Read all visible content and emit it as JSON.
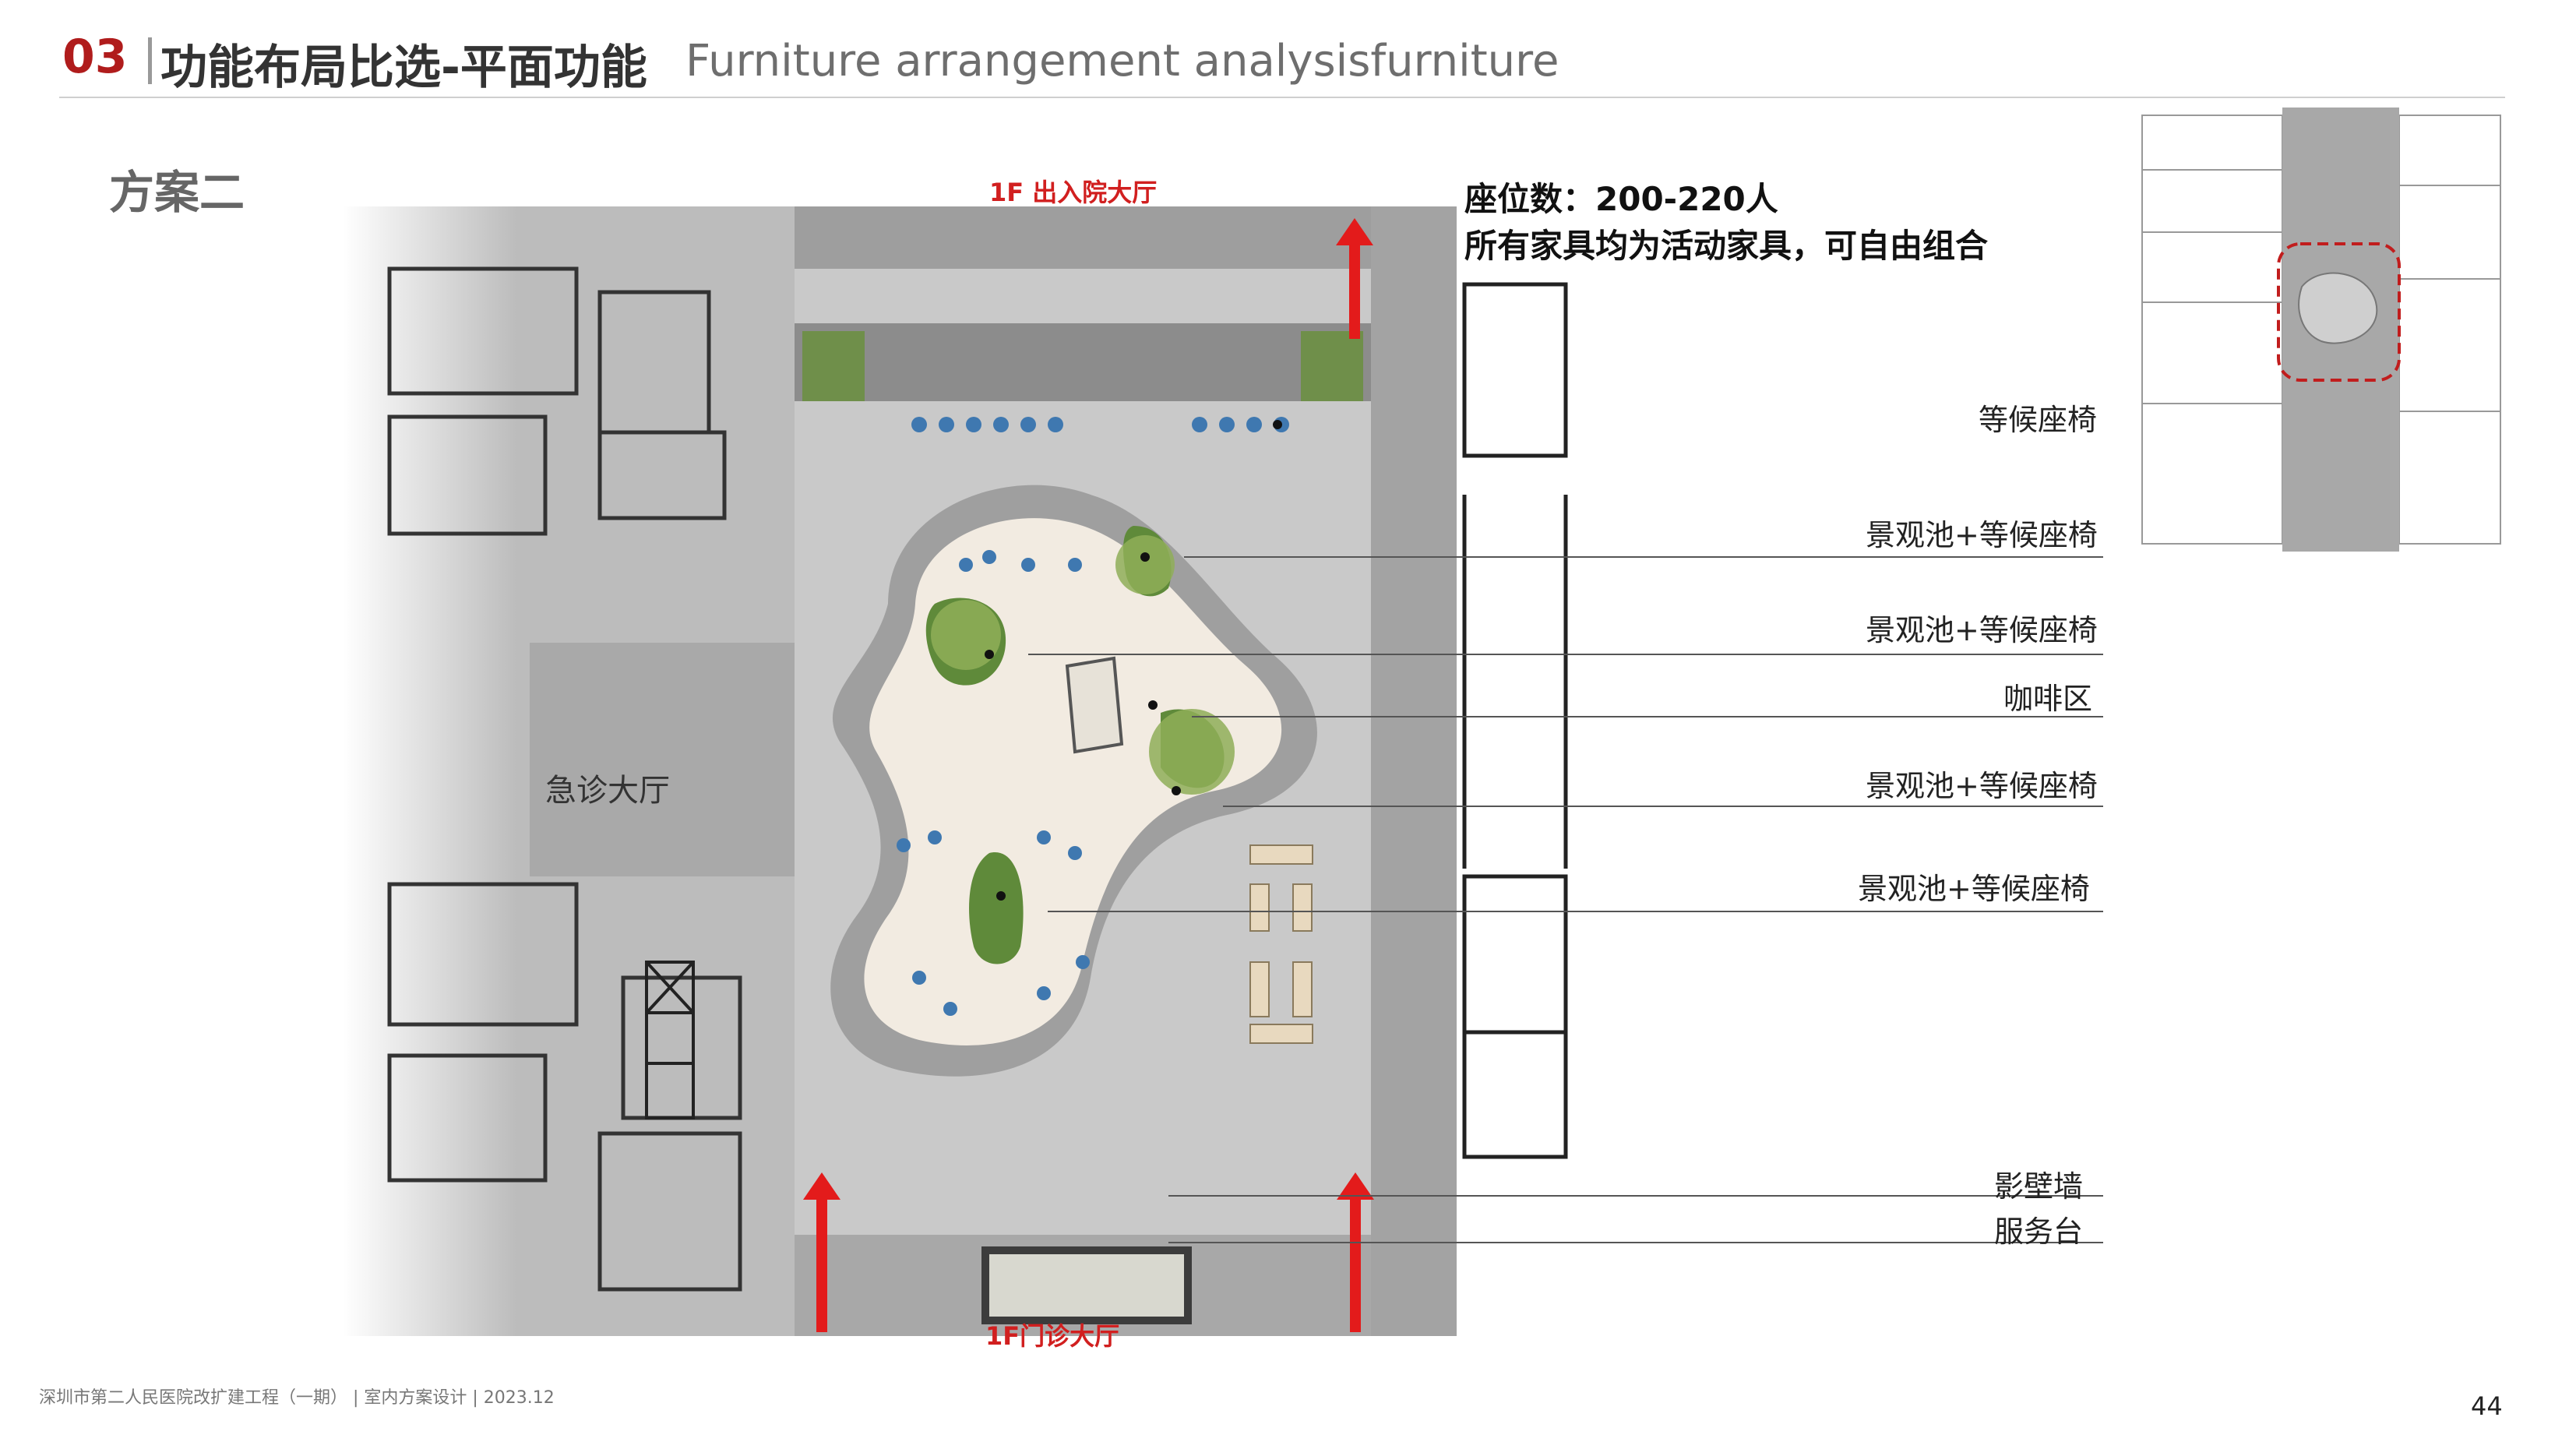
{
  "header": {
    "number": "03",
    "title": "功能布局比选-平面功能",
    "subtitle": "Furniture arrangement analysisfurniture"
  },
  "scheme_label": "方案二",
  "plan": {
    "top_entrance": "1F 出入院大厅",
    "bottom_entrance": "1F门诊大厅",
    "emergency_hall": "急诊大厅"
  },
  "notes": {
    "seat_count": "座位数：200-220人",
    "movable_furniture": "所有家具均为活动家具，可自由组合"
  },
  "annotations": [
    "等候座椅",
    "景观池+等候座椅",
    "景观池+等候座椅",
    "咖啡区",
    "景观池+等候座椅",
    "景观池+等候座椅",
    "影壁墙",
    "服务台"
  ],
  "colors": {
    "accent_red": "#b01c1c",
    "arrow_red": "#e31b1b",
    "highlight_dash": "#c11d1d",
    "plaza_floor": "#c9c9c9",
    "path_beige": "#f2ebe1",
    "planter_green": "#5f8a3a",
    "seat_blue": "#3f78b0"
  },
  "footer": "深圳市第二人民医院改扩建工程（一期） | 室内方案设计 | 2023.12",
  "page_number": "44"
}
